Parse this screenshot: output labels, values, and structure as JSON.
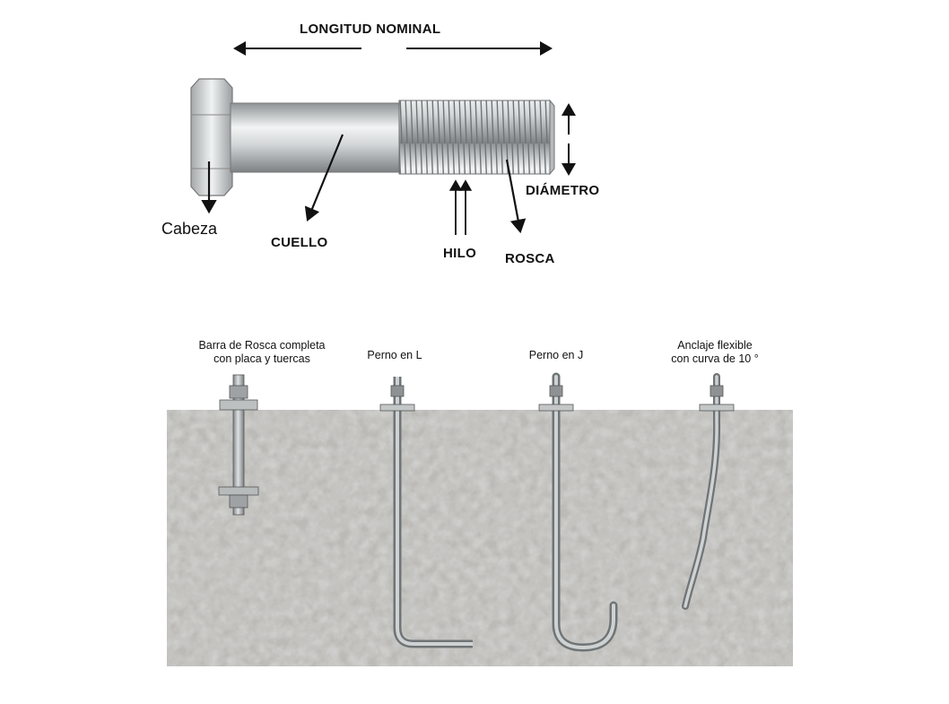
{
  "bolt_diagram": {
    "length_label": "LONGITUD NOMINAL",
    "head_label": "Cabeza",
    "neck_label": "CUELLO",
    "thread_pitch_label": "HILO",
    "thread_label": "ROSCA",
    "diameter_label": "DIÁMETRO"
  },
  "anchor_types": [
    {
      "label_line1": "Barra de Rosca completa",
      "label_line2": "con placa y tuercas"
    },
    {
      "label_line1": "Perno en L",
      "label_line2": ""
    },
    {
      "label_line1": "Perno en J",
      "label_line2": ""
    },
    {
      "label_line1": "Anclaje flexible",
      "label_line2": "con curva de 10 °"
    }
  ],
  "colors": {
    "concrete": "#a9a8a5",
    "steel": "#c9cccd",
    "arrow": "#111111"
  }
}
